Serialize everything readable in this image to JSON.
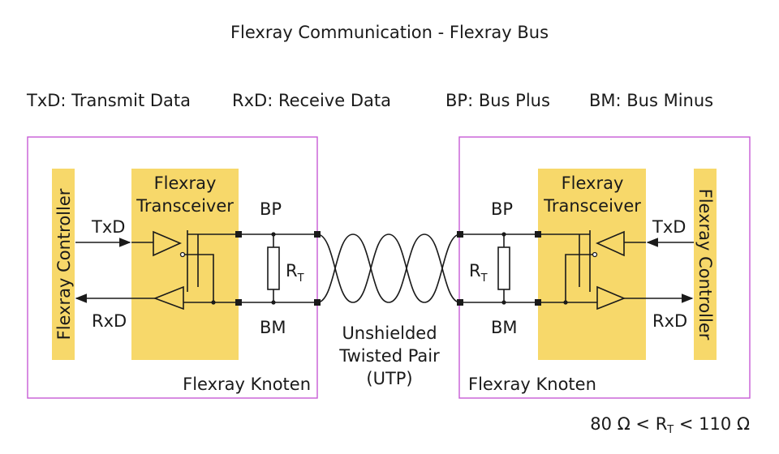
{
  "title": "Flexray Communication - Flexray Bus",
  "legend": {
    "txd": "TxD: Transmit Data",
    "rxd": "RxD: Receive Data",
    "bp": "BP: Bus Plus",
    "bm": "BM: Bus Minus"
  },
  "left_node": {
    "controller": "Flexray Controller",
    "transceiver_line1": "Flexray",
    "transceiver_line2": "Transceiver",
    "txd": "TxD",
    "rxd": "RxD",
    "bp": "BP",
    "bm": "BM",
    "resistor_main": "R",
    "resistor_sub": "T",
    "node_label": "Flexray Knoten"
  },
  "right_node": {
    "controller": "Flexray Controller",
    "transceiver_line1": "Flexray",
    "transceiver_line2": "Transceiver",
    "txd": "TxD",
    "rxd": "RxD",
    "bp": "BP",
    "bm": "BM",
    "resistor_main": "R",
    "resistor_sub": "T",
    "node_label": "Flexray Knoten"
  },
  "cable": {
    "line1": "Unshielded",
    "line2": "Twisted Pair",
    "line3": "(UTP)"
  },
  "formula": {
    "left": "80 Ω < R",
    "sub": "T",
    "right": " < 110 Ω"
  },
  "colors": {
    "node_border": "#c75bd6",
    "chip_fill": "#f7d86a",
    "wire": "#1a1a1a"
  }
}
